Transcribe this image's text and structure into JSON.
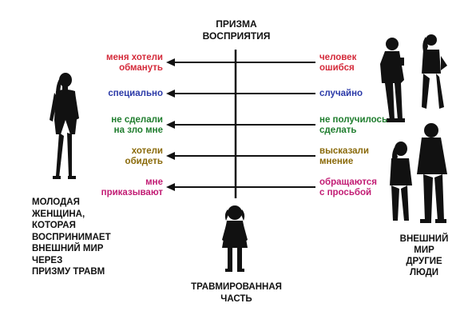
{
  "prism_title": [
    "ПРИЗМА",
    "ВОСПРИЯТИЯ"
  ],
  "rows": [
    {
      "left": [
        "меня хотели",
        "обмануть"
      ],
      "right": [
        "человек",
        "ошибся"
      ],
      "color": "#d42a3a"
    },
    {
      "left": [
        "специально"
      ],
      "right": [
        "случайно"
      ],
      "color": "#2b3aa8"
    },
    {
      "left": [
        "не сделали",
        "на зло мне"
      ],
      "right": [
        "не получилось",
        "сделать"
      ],
      "color": "#1f7d2e"
    },
    {
      "left": [
        "хотели",
        "обидеть"
      ],
      "right": [
        "высказали",
        "мнение"
      ],
      "color": "#8a6a0a"
    },
    {
      "left": [
        "мне",
        "приказывают"
      ],
      "right": [
        "обращаются",
        "с просьбой"
      ],
      "color": "#c21c74"
    }
  ],
  "woman_caption": [
    "МОЛОДАЯ",
    "ЖЕНЩИНА,",
    "КОТОРАЯ",
    "ВОСПРИНИМАЕТ",
    "ВНЕШНИЙ МИР",
    "ЧЕРЕЗ",
    "ПРИЗМУ ТРАВМ"
  ],
  "child_caption": [
    "ТРАВМИРОВАННАЯ",
    "ЧАСТЬ"
  ],
  "world_caption": [
    "ВНЕШНИЙ",
    "МИР",
    "ДРУГИЕ",
    "ЛЮДИ"
  ]
}
